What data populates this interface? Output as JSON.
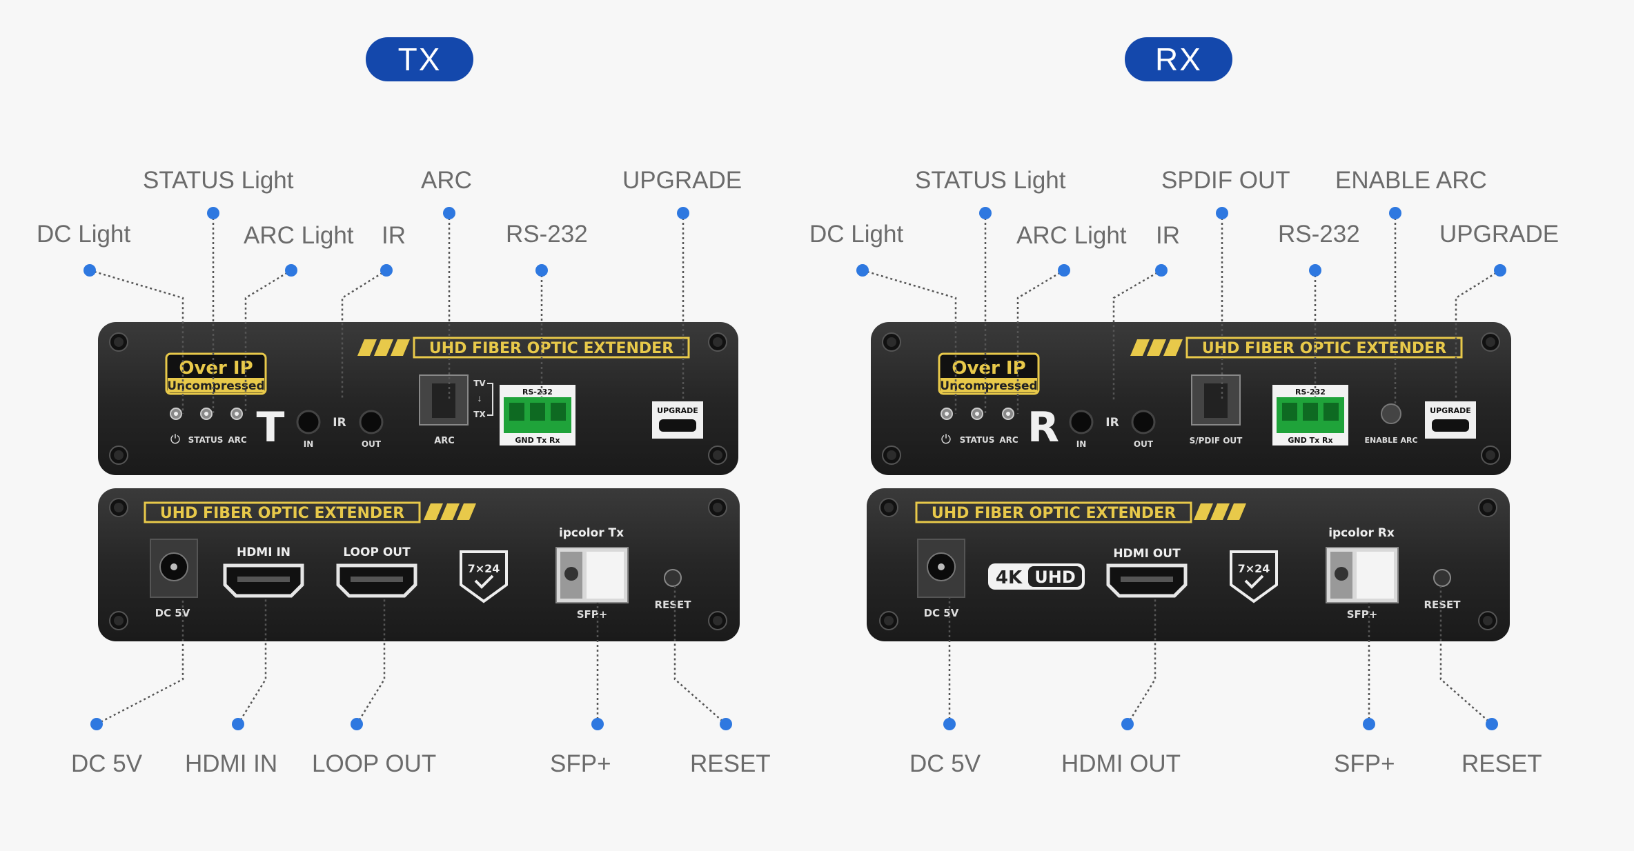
{
  "colors": {
    "accent": "#1448ac",
    "dot": "#2e78e0",
    "label": "#6b6b6b",
    "panel": "#262626",
    "gold": "#e8c94a",
    "terminal": "#1fa33a"
  },
  "tx": {
    "badge": "TX",
    "callouts": {
      "status_light": "STATUS Light",
      "arc": "ARC",
      "upgrade": "UPGRADE",
      "dc_light": "DC Light",
      "arc_light": "ARC Light",
      "ir": "IR",
      "rs232": "RS-232",
      "dc5v": "DC 5V",
      "hdmi_in": "HDMI IN",
      "loop_out": "LOOP OUT",
      "sfp": "SFP+",
      "reset": "RESET"
    },
    "front": {
      "brand": "UHD FIBER OPTIC EXTENDER",
      "over_ip": "Over IP",
      "uncompressed": "Uncompressed",
      "letter": "T",
      "status": "STATUS",
      "arc_led": "ARC",
      "ir_mark": "IR",
      "ir_in": "IN",
      "ir_out": "OUT",
      "arc_port": "ARC",
      "tv": "TV",
      "tx": "TX",
      "rs232_title": "RS-232",
      "rs232_pins": "GND  Tx  Rx",
      "upgrade": "UPGRADE"
    },
    "back": {
      "brand": "UHD FIBER OPTIC EXTENDER",
      "dc5v": "DC 5V",
      "hdmi_in": "HDMI IN",
      "loop_out": "LOOP OUT",
      "badge_7x24": "7×24",
      "ipcolor": "ipcolor  Tx",
      "sfp": "SFP+",
      "reset": "RESET"
    }
  },
  "rx": {
    "badge": "RX",
    "callouts": {
      "status_light": "STATUS Light",
      "spdif_out": "SPDIF OUT",
      "enable_arc": "ENABLE ARC",
      "dc_light": "DC Light",
      "arc_light": "ARC Light",
      "ir": "IR",
      "rs232": "RS-232",
      "upgrade": "UPGRADE",
      "dc5v": "DC 5V",
      "hdmi_out": "HDMI OUT",
      "sfp": "SFP+",
      "reset": "RESET"
    },
    "front": {
      "brand": "UHD FIBER OPTIC EXTENDER",
      "over_ip": "Over IP",
      "uncompressed": "Uncompressed",
      "letter": "R",
      "status": "STATUS",
      "arc_led": "ARC",
      "ir_mark": "IR",
      "ir_in": "IN",
      "ir_out": "OUT",
      "spdif": "S/PDIF OUT",
      "rs232_title": "RS-232",
      "rs232_pins": "GND  Tx  Rx",
      "enable_arc": "ENABLE ARC",
      "upgrade": "UPGRADE"
    },
    "back": {
      "brand": "UHD FIBER OPTIC EXTENDER",
      "dc5v": "DC 5V",
      "uhd_4k": "4K",
      "uhd_text": "UHD",
      "hdmi_out": "HDMI OUT",
      "badge_7x24": "7×24",
      "ipcolor": "ipcolor  Rx",
      "sfp": "SFP+",
      "reset": "RESET"
    }
  }
}
